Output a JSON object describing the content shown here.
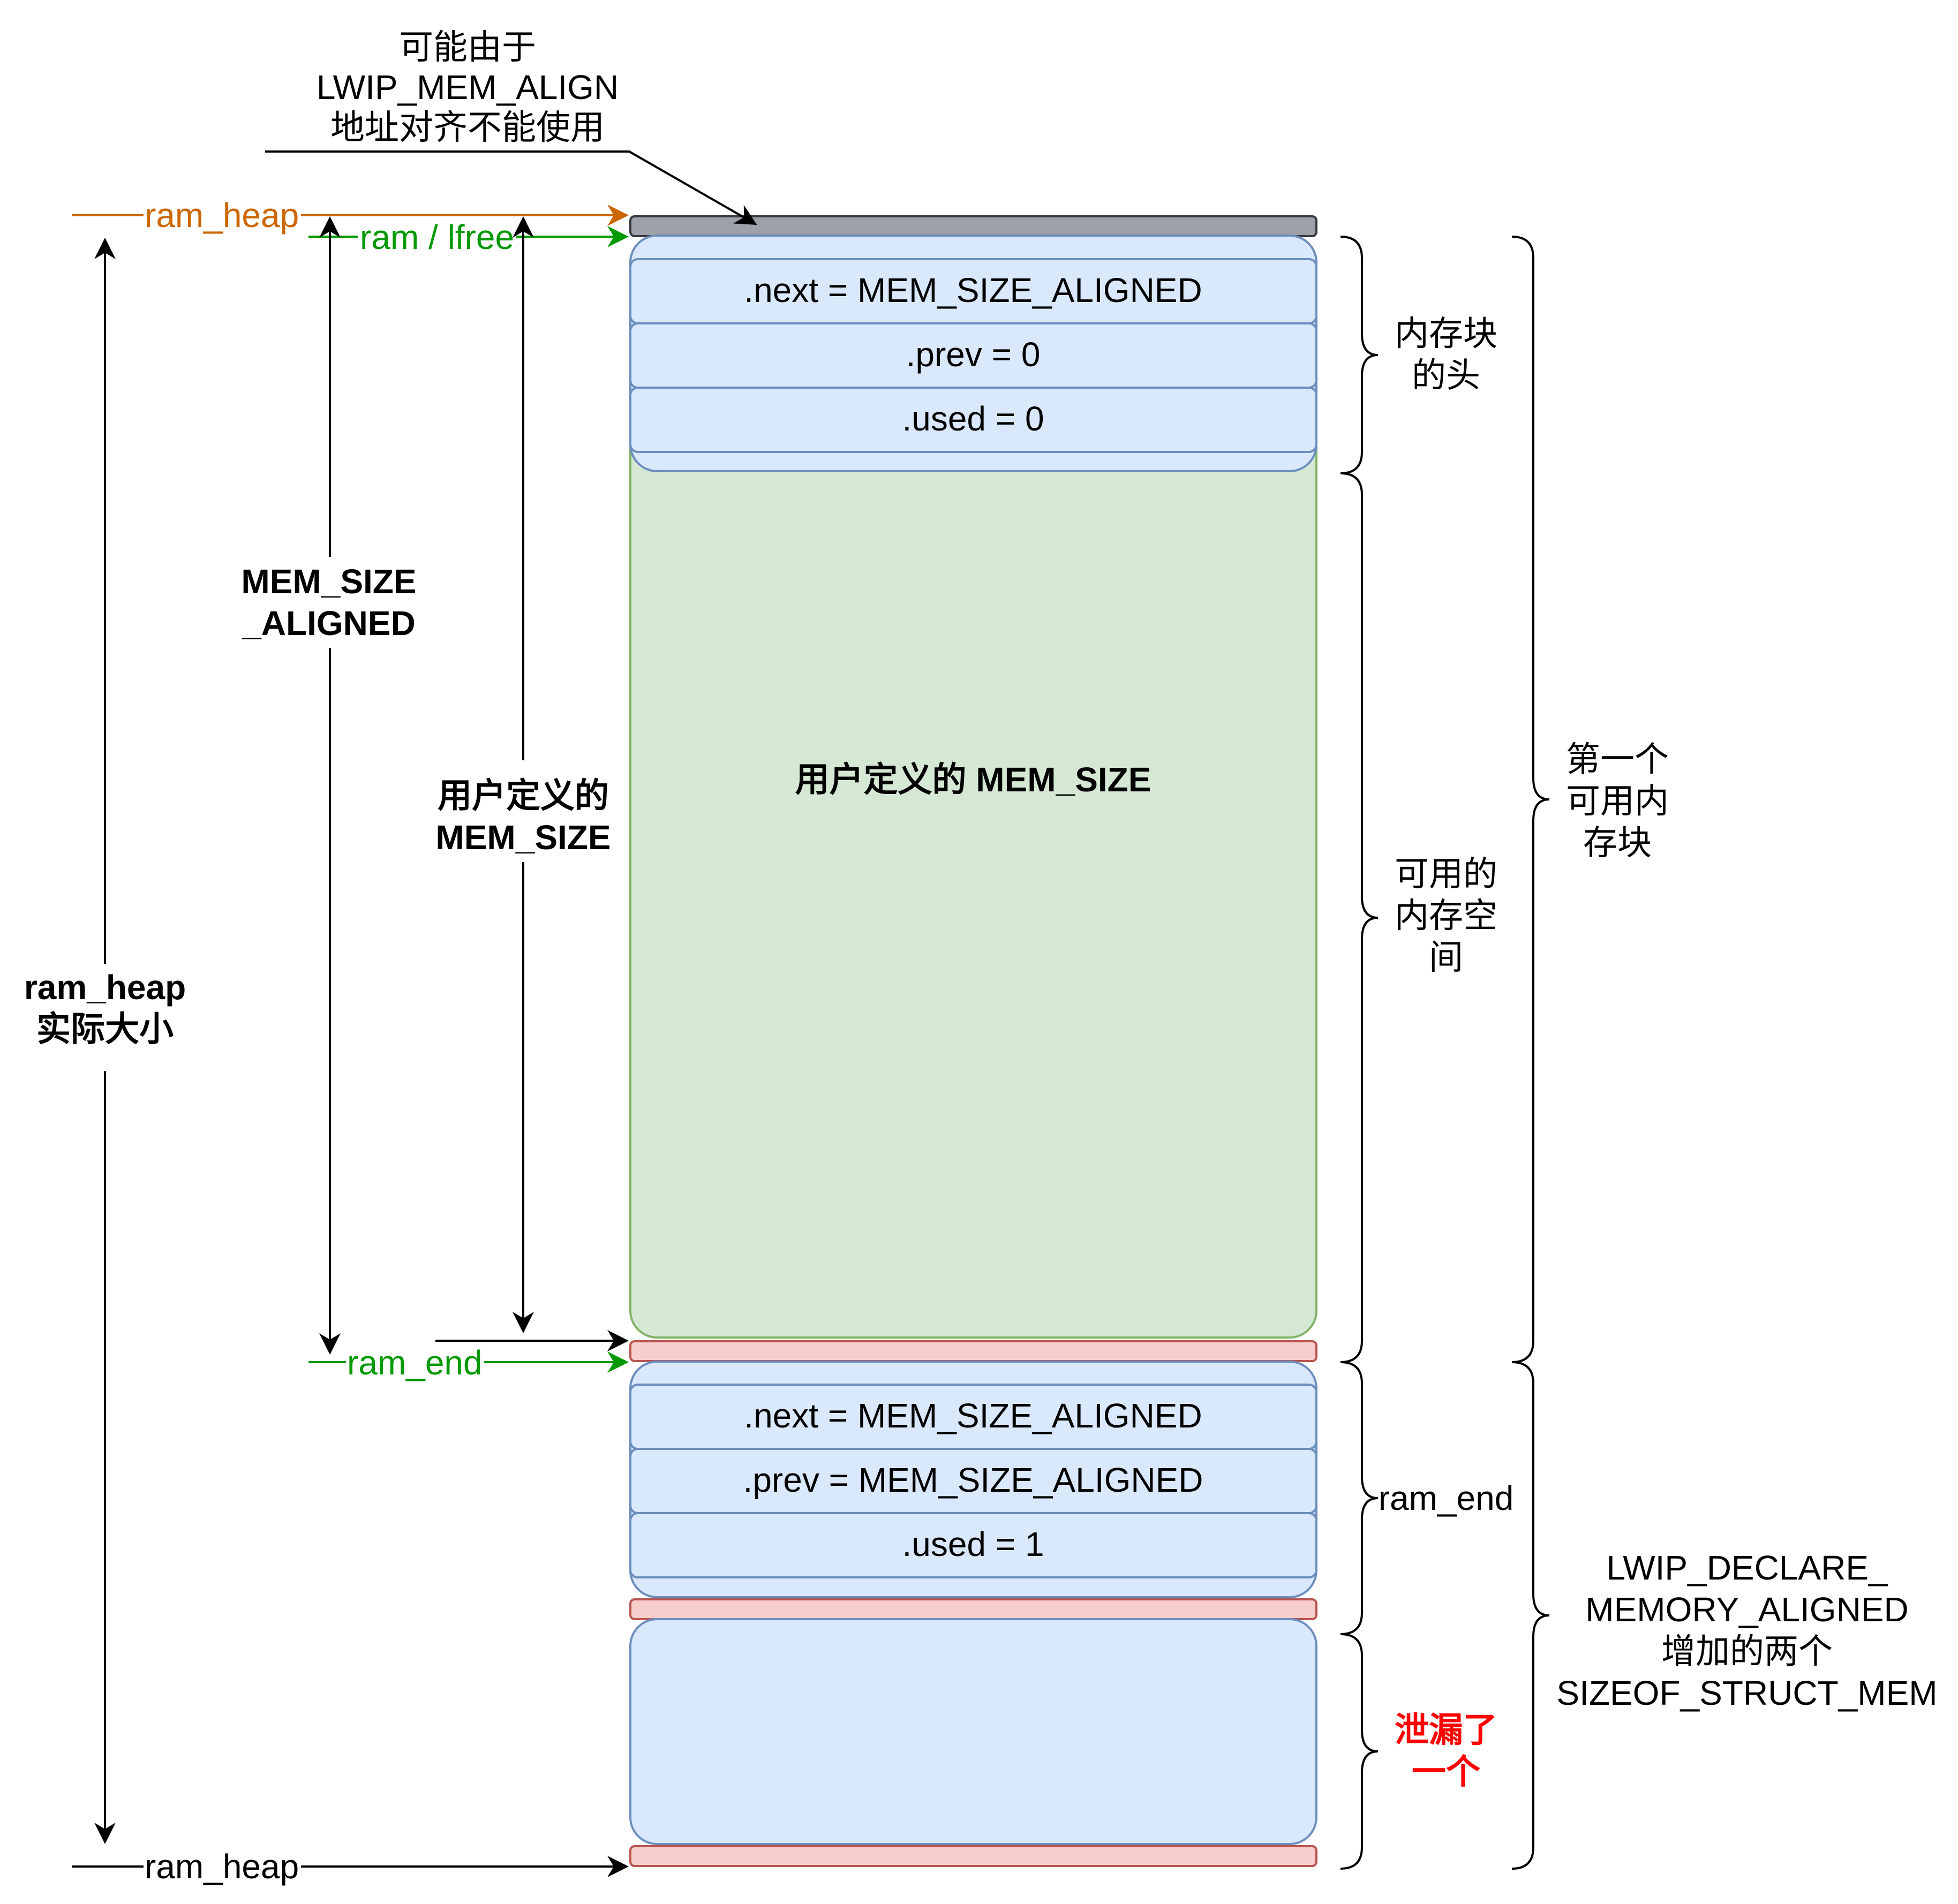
{
  "annotations": {
    "align_note": [
      "可能由于",
      "LWIP_MEM_ALIGN",
      "地址对齐不能使用"
    ]
  },
  "pointers": {
    "ram_heap_top": "ram_heap",
    "ram_lfree": "ram / lfree",
    "ram_end": "ram_end",
    "ram_heap_bottom": "ram_heap"
  },
  "dimensions": {
    "ram_heap_size": [
      "ram_heap",
      "实际大小"
    ],
    "mem_size_aligned": [
      "MEM_SIZE",
      "_ALIGNED"
    ],
    "user_mem_size": [
      "用户定义的",
      "MEM_SIZE"
    ]
  },
  "first_block": {
    "next": ".next = MEM_SIZE_ALIGNED",
    "prev": ".prev = 0",
    "used": ".used = 0",
    "user_area": "用户定义的 MEM_SIZE"
  },
  "end_block": {
    "next": ".next = MEM_SIZE_ALIGNED",
    "prev": ".prev = MEM_SIZE_ALIGNED",
    "used": ".used = 1"
  },
  "braces": {
    "block_header": [
      "内存块",
      "的头"
    ],
    "usable_space": [
      "可用的",
      "内存空",
      "间"
    ],
    "first_usable_block": [
      "第一个",
      "可用内",
      "存块"
    ],
    "ram_end": "ram_end",
    "leaked": [
      "泄漏了",
      "一个"
    ],
    "lwip_declare": [
      "LWIP_DECLARE_",
      "MEMORY_ALIGNED",
      "增加的两个",
      "SIZEOF_STRUCT_MEM"
    ]
  },
  "colors": {
    "orange_pointer": "#cc6600",
    "green_pointer": "#009900",
    "leak_text": "#ff0000",
    "header_fill": "#dae8fc",
    "user_fill": "#d5e8d4",
    "guard_fill": "#f8cecc",
    "unusable_fill": "#9ea2a8"
  }
}
